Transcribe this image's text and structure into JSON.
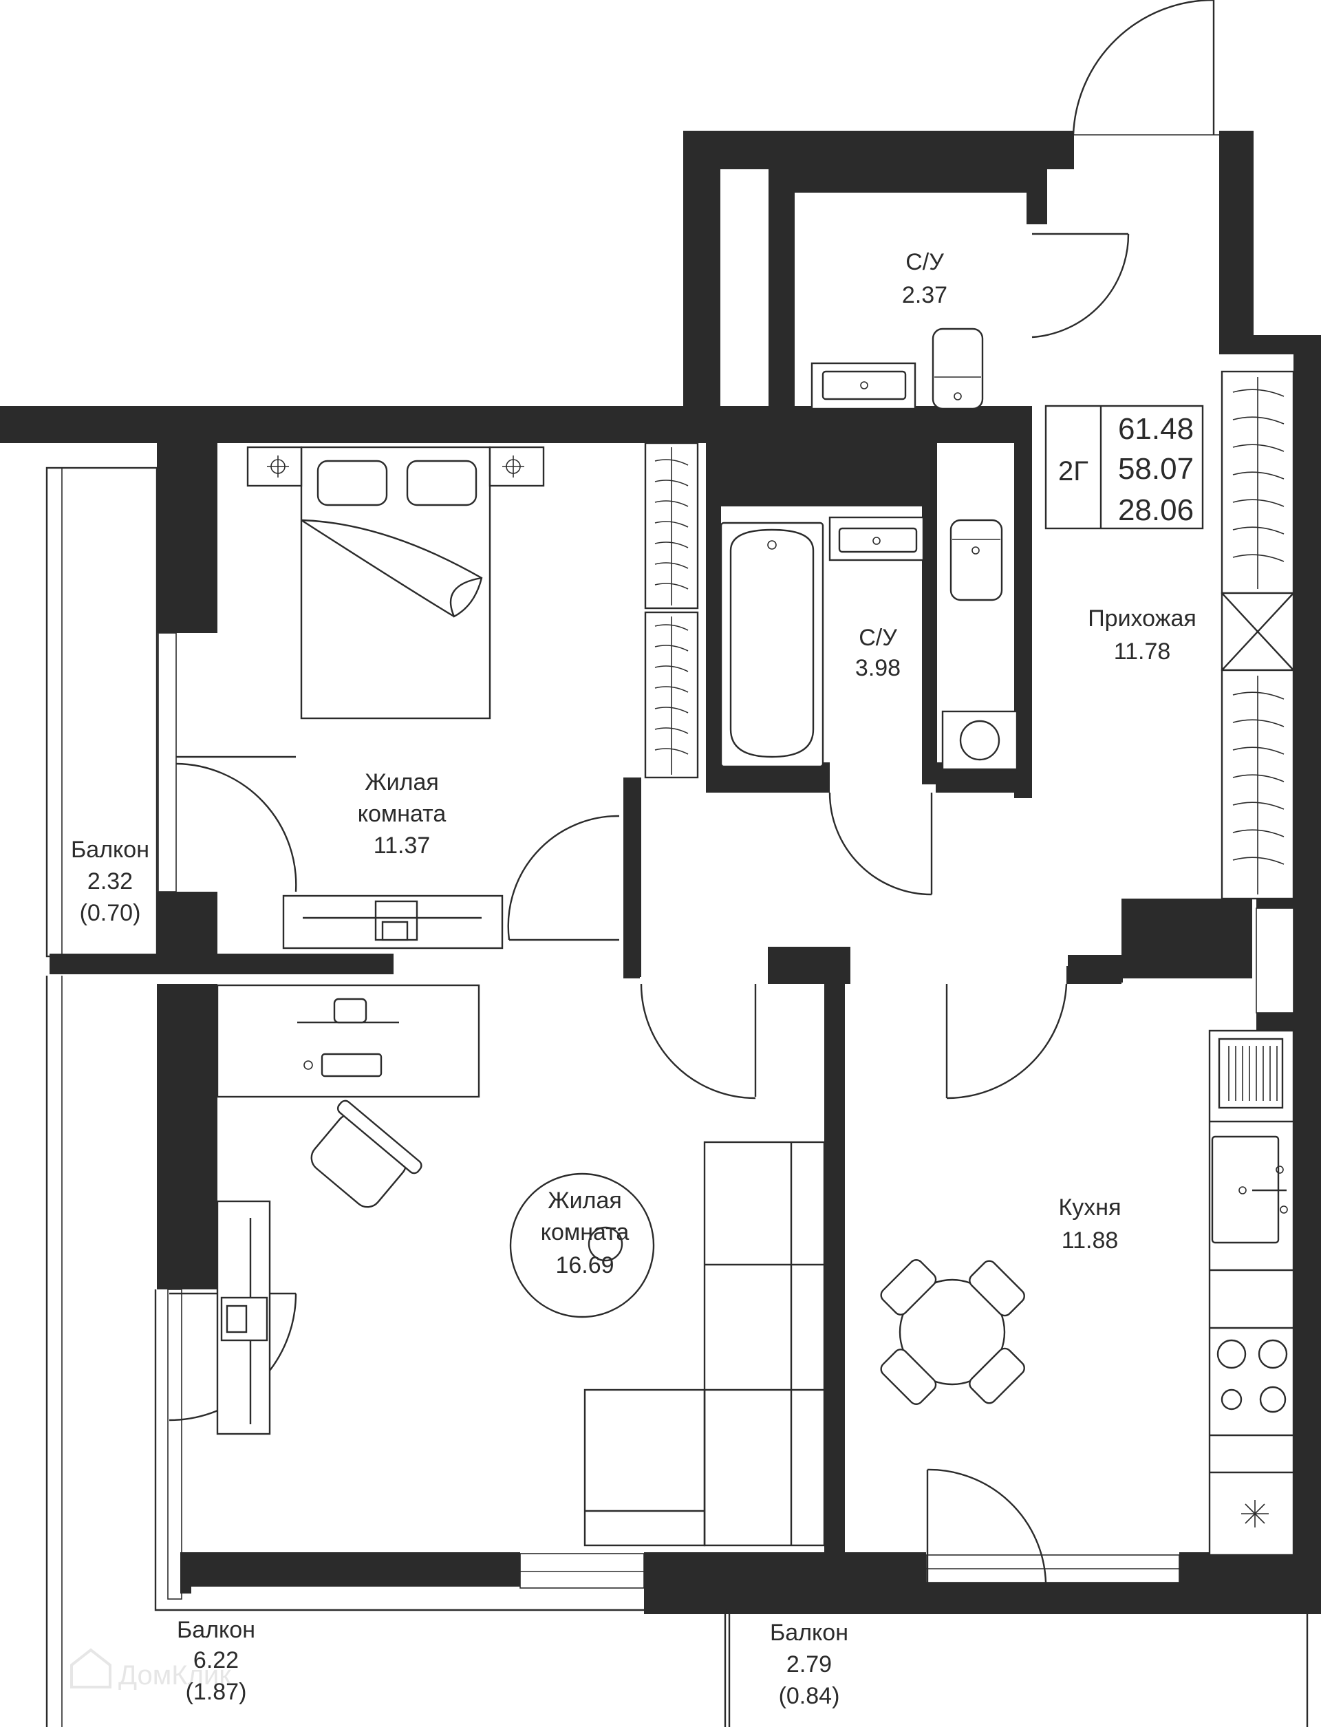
{
  "apartment": {
    "type": "2Г",
    "total_area": "61.48",
    "living_area_incl": "58.07",
    "living_area": "28.06"
  },
  "rooms": {
    "bath_small": {
      "name": "С/У",
      "area": "2.37"
    },
    "bath_large": {
      "name": "С/У",
      "area": "3.98"
    },
    "hallway": {
      "name": "Прихожая",
      "area": "11.78"
    },
    "bedroom": {
      "name_line1": "Жилая",
      "name_line2": "комната",
      "area": "11.37"
    },
    "living": {
      "name_line1": "Жилая",
      "name_line2": "комната",
      "area": "16.69"
    },
    "kitchen": {
      "name": "Кухня",
      "area": "11.88"
    },
    "balcony_left": {
      "name": "Балкон",
      "area": "2.32",
      "coef_area": "(0.70)"
    },
    "balcony_bottom_left": {
      "name": "Балкон",
      "area": "6.22",
      "coef_area": "(1.87)"
    },
    "balcony_bottom_right": {
      "name": "Балкон",
      "area": "2.79",
      "coef_area": "(0.84)"
    }
  },
  "watermark": "ДомКлик",
  "colors": {
    "wall": "#2b2b2b",
    "background": "#ffffff"
  }
}
